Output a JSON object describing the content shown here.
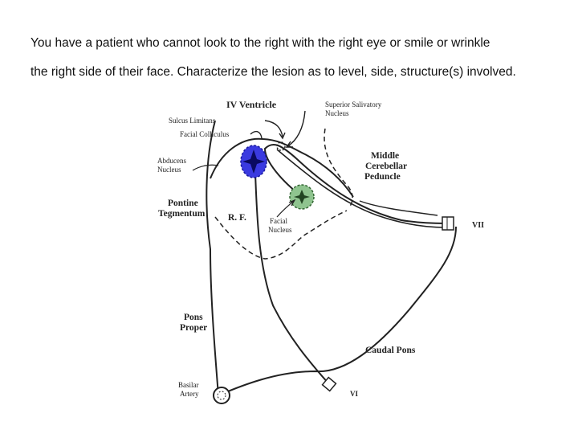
{
  "question": {
    "line1": "You have a patient who cannot look to the right with the right eye or smile or wrinkle",
    "line2": "the right side of their face. Characterize the lesion as to level, side, structure(s) involved."
  },
  "diagram": {
    "labels": {
      "iv_ventricle": "IV Ventricle",
      "superior_salivatory_1": "Superior Salivatory",
      "superior_salivatory_2": "Nucleus",
      "sulcus_limitans": "Sulcus Limitans",
      "facial_colliculus": "Facial Colliculus",
      "abducens_1": "Abducens",
      "abducens_2": "Nucleus",
      "middle_cp_1": "Middle",
      "middle_cp_2": "Cerebellar",
      "middle_cp_3": "Peduncle",
      "pontine_teg_1": "Pontine",
      "pontine_teg_2": "Tegmentum",
      "rf": "R. F.",
      "facial_nucleus_1": "Facial",
      "facial_nucleus_2": "Nucleus",
      "cn_vii": "VII",
      "pons_proper_1": "Pons",
      "pons_proper_2": "Proper",
      "caudal_pons": "Caudal Pons",
      "basilar_1": "Basilar",
      "basilar_2": "Artery",
      "cn_vi": "VI"
    },
    "highlight_colors": {
      "abducens_nucleus": "#3a3ae0",
      "facial_nucleus": "#8fc48f"
    }
  }
}
